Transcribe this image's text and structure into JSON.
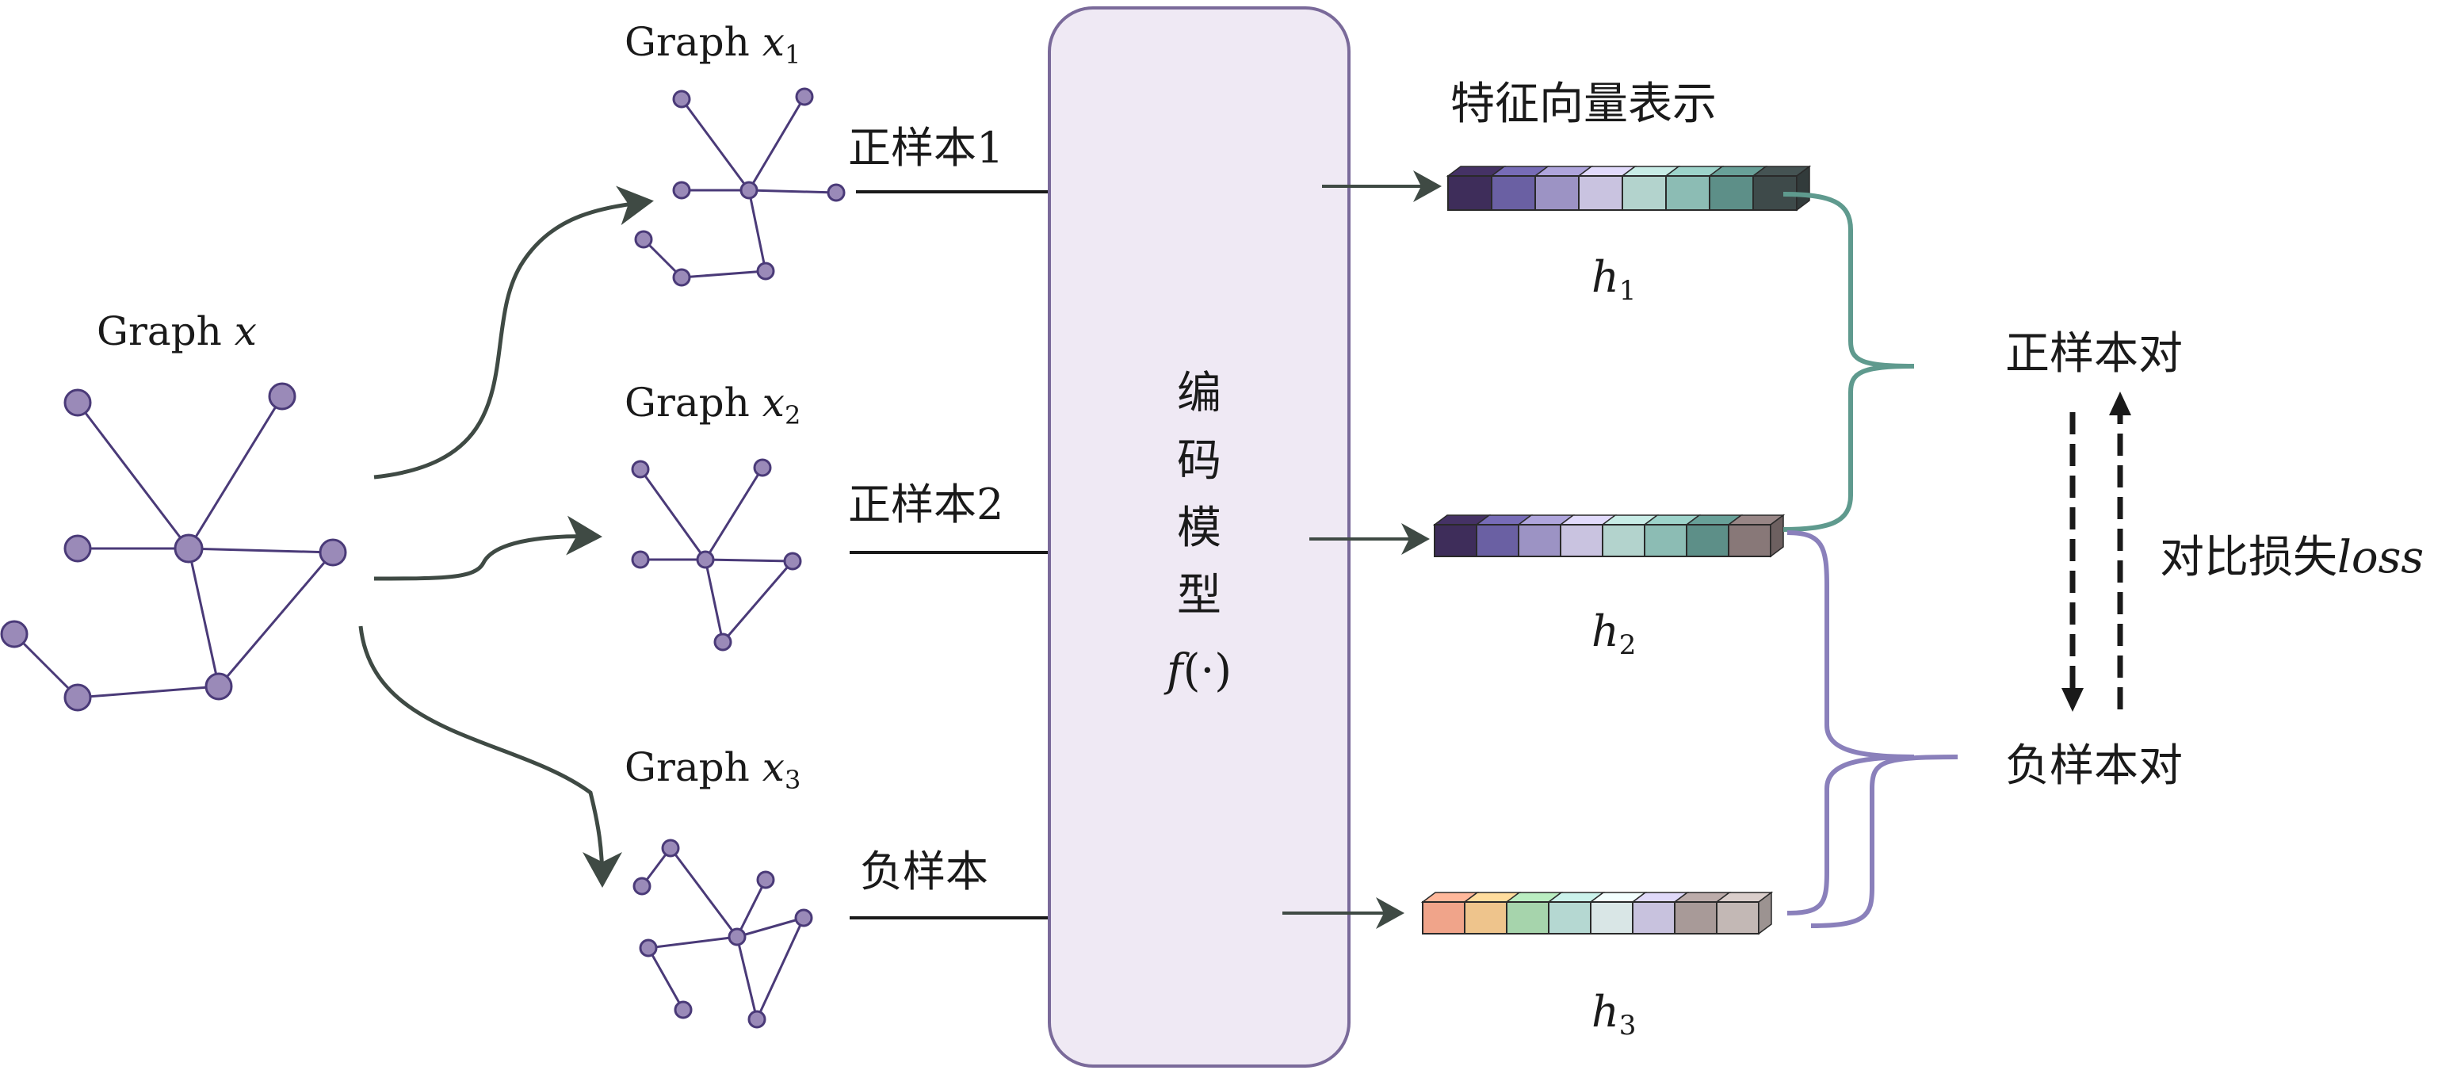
{
  "source_graph": {
    "label_prefix": "Graph ",
    "label_var": "x"
  },
  "augmented": [
    {
      "graph_prefix": "Graph ",
      "graph_var": "x",
      "graph_sub": "1",
      "edge_label": "正样本1",
      "vector_var": "h",
      "vector_sub": "1",
      "colors": [
        "#3e2d5a",
        "#6a60a3",
        "#9c93c4",
        "#c9c3e0",
        "#b3d3cd",
        "#8cbcb4",
        "#5d8f88",
        "#3e4a4a"
      ]
    },
    {
      "graph_prefix": "Graph ",
      "graph_var": "x",
      "graph_sub": "2",
      "edge_label": "正样本2",
      "vector_var": "h",
      "vector_sub": "2",
      "colors": [
        "#3e2d5a",
        "#6a60a3",
        "#9c93c4",
        "#c9c3e0",
        "#b3d3cd",
        "#8cbcb4",
        "#5d8f88",
        "#887878"
      ]
    },
    {
      "graph_prefix": "Graph ",
      "graph_var": "x",
      "graph_sub": "3",
      "edge_label": "负样本",
      "vector_var": "h",
      "vector_sub": "3",
      "colors": [
        "#f0a48a",
        "#eec48c",
        "#a6d4ac",
        "#b5d8d2",
        "#d9e6e6",
        "#c8c2de",
        "#a89a98",
        "#c3b8b5"
      ]
    }
  ],
  "encoder": {
    "chars": [
      "编",
      "码",
      "模",
      "型"
    ],
    "func_name": "f",
    "func_arg": "(·)",
    "fill": "#efe9f4",
    "stroke": "#7a6a9a"
  },
  "feature_title": "特征向量表示",
  "pair_positive": "正样本对",
  "pair_negative": "负样本对",
  "loss_prefix": "对比损失",
  "loss_var": "loss",
  "colors": {
    "node_fill": "#9a8ab8",
    "node_stroke": "#4a3a78",
    "brace_teal": "#5f9a8e",
    "brace_purple": "#8a80bb"
  }
}
